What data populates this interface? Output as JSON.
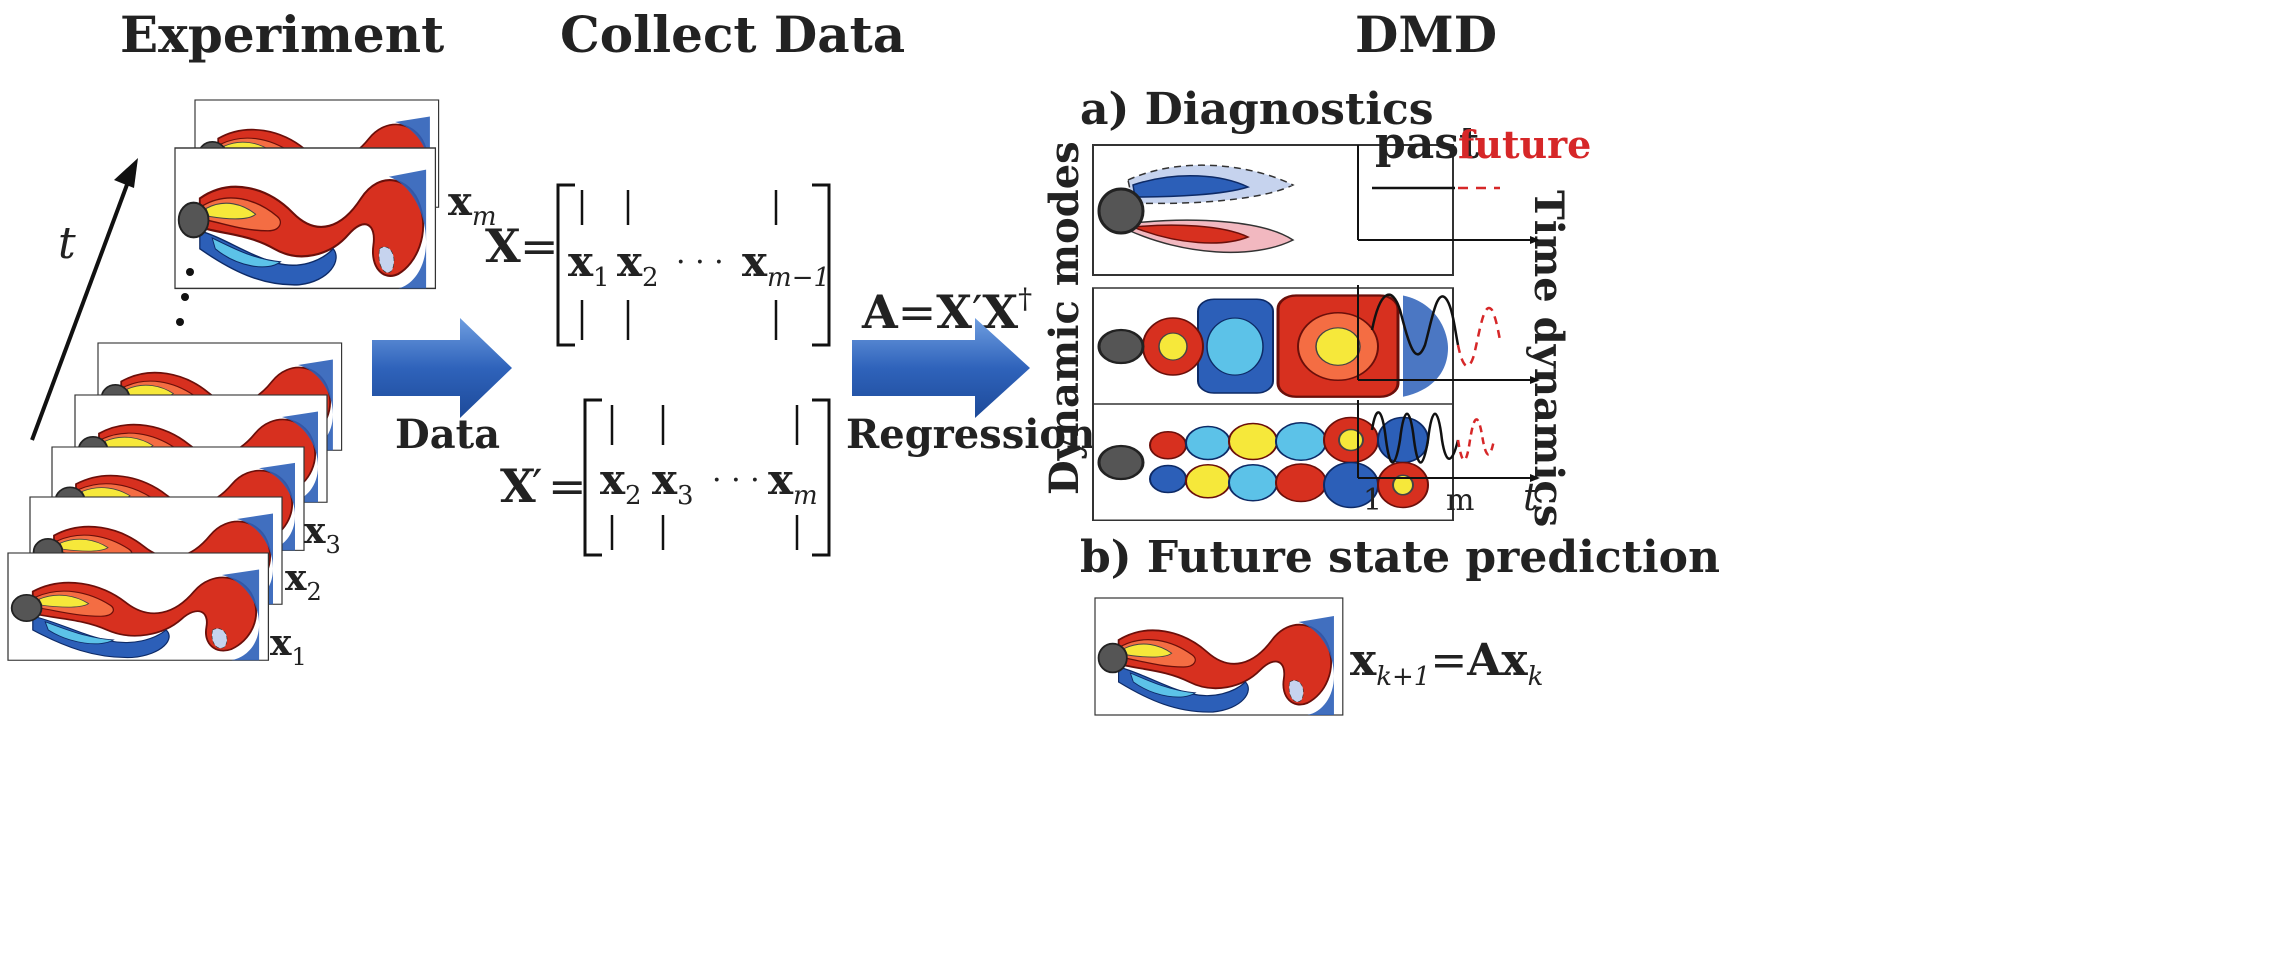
{
  "headers": {
    "experiment": "Experiment",
    "collect": "Collect Data",
    "dmd": "DMD"
  },
  "time_axis": {
    "symbol": "t",
    "dots": "⋮"
  },
  "snapshots": {
    "x1": {
      "base": "x",
      "sub": "1"
    },
    "x2": {
      "base": "x",
      "sub": "2"
    },
    "x3": {
      "base": "x",
      "sub": "3"
    },
    "xm": {
      "base": "x",
      "sub": "m"
    }
  },
  "arrows": {
    "data_label": "Data",
    "regression_label": "Regression",
    "arrow_color": "#3b6fc2"
  },
  "matrices": {
    "X": {
      "name": "X",
      "equals": "=",
      "col1": {
        "base": "x",
        "sub": "1"
      },
      "col2": {
        "base": "x",
        "sub": "2"
      },
      "dots": "· · ·",
      "col3": {
        "base": "x",
        "sub": "m−1"
      }
    },
    "Xp": {
      "name": "X",
      "prime": "′",
      "equals": "=",
      "col1": {
        "base": "x",
        "sub": "2"
      },
      "col2": {
        "base": "x",
        "sub": "3"
      },
      "dots": "· · ·",
      "col3": {
        "base": "x",
        "sub": "m"
      }
    }
  },
  "regression_formula": {
    "lhs": "A",
    "eq": "=",
    "x1": "X",
    "prime": "′",
    "x2": "X",
    "dagger": "†"
  },
  "dmd": {
    "diagnostics_title": "a) Diagnostics",
    "dynamic_modes_label": "Dynamic modes",
    "time_dynamics_label": "Time dynamics",
    "legend_past": "past",
    "legend_future": "future",
    "past_color": "#111111",
    "future_color": "#d62728",
    "axis_tick_1": "1",
    "axis_tick_m": "m",
    "axis_t": "t",
    "prediction_title": "b) Future state prediction",
    "prediction_formula": {
      "x": "x",
      "sub1": "k+1",
      "eq": "=",
      "A": "A",
      "x2": "x",
      "sub2": "k"
    }
  },
  "colors": {
    "red": "#d7301f",
    "darkred": "#8b1a12",
    "orange": "#f46d43",
    "yellow": "#f6e83a",
    "blue": "#2c5fb8",
    "lightblue": "#5cc2e8",
    "pink": "#f2b8c0",
    "paleblue": "#c6d3ee",
    "cylinder": "#555555"
  }
}
